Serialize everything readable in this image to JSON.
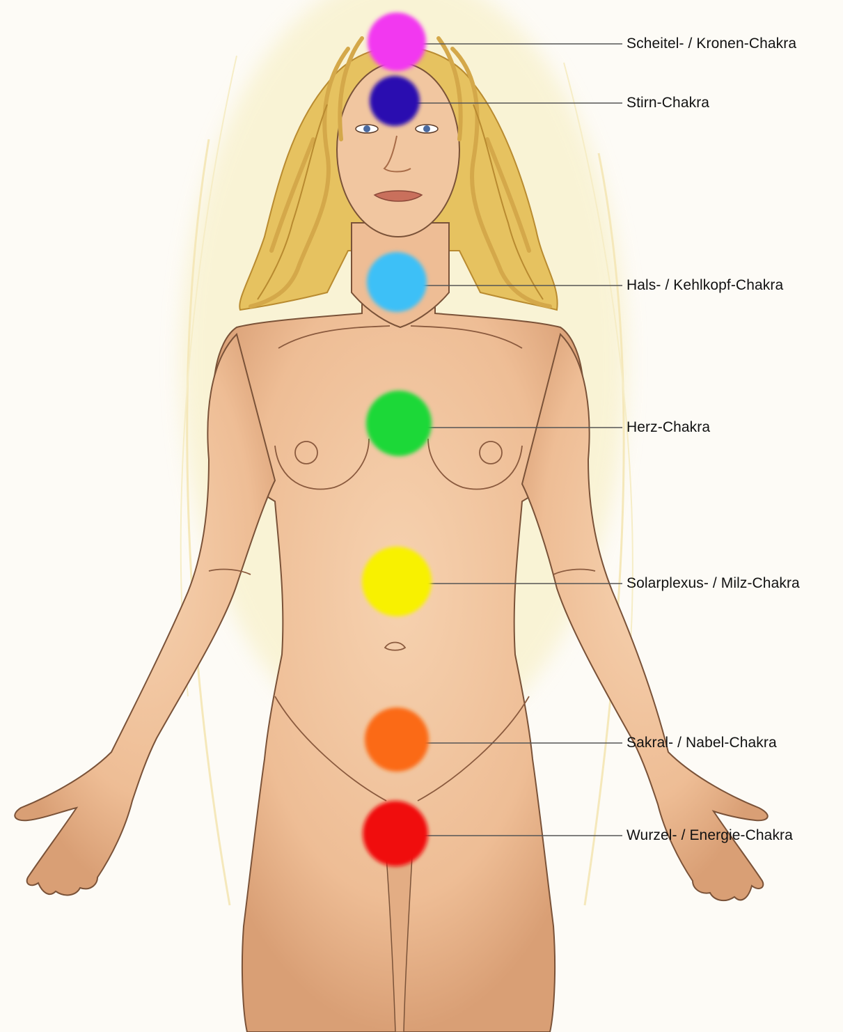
{
  "diagram": {
    "chakras": [
      {
        "id": "crown",
        "label": "Scheitel- / Kronen-Chakra",
        "color": "#f239f0"
      },
      {
        "id": "brow",
        "label": "Stirn-Chakra",
        "color": "#2a0ab0"
      },
      {
        "id": "throat",
        "label": "Hals- / Kehlkopf-Chakra",
        "color": "#3cc0f7"
      },
      {
        "id": "heart",
        "label": "Herz-Chakra",
        "color": "#1fd838"
      },
      {
        "id": "solar",
        "label": "Solarplexus- / Milz-Chakra",
        "color": "#f8f100"
      },
      {
        "id": "sacral",
        "label": "Sakral- / Nabel-Chakra",
        "color": "#fb6a12"
      },
      {
        "id": "root",
        "label": "Wurzel- / Energie-Chakra",
        "color": "#f01010"
      }
    ],
    "colors": {
      "skin": "#efc09a",
      "skin_shadow": "#d79c72",
      "hair": "#e9c867",
      "hair_dark": "#b98b30",
      "outline": "#6a4a35",
      "leader_line": "#555555",
      "aura": "#f3e8a8",
      "background": "#fdfbf6"
    }
  }
}
